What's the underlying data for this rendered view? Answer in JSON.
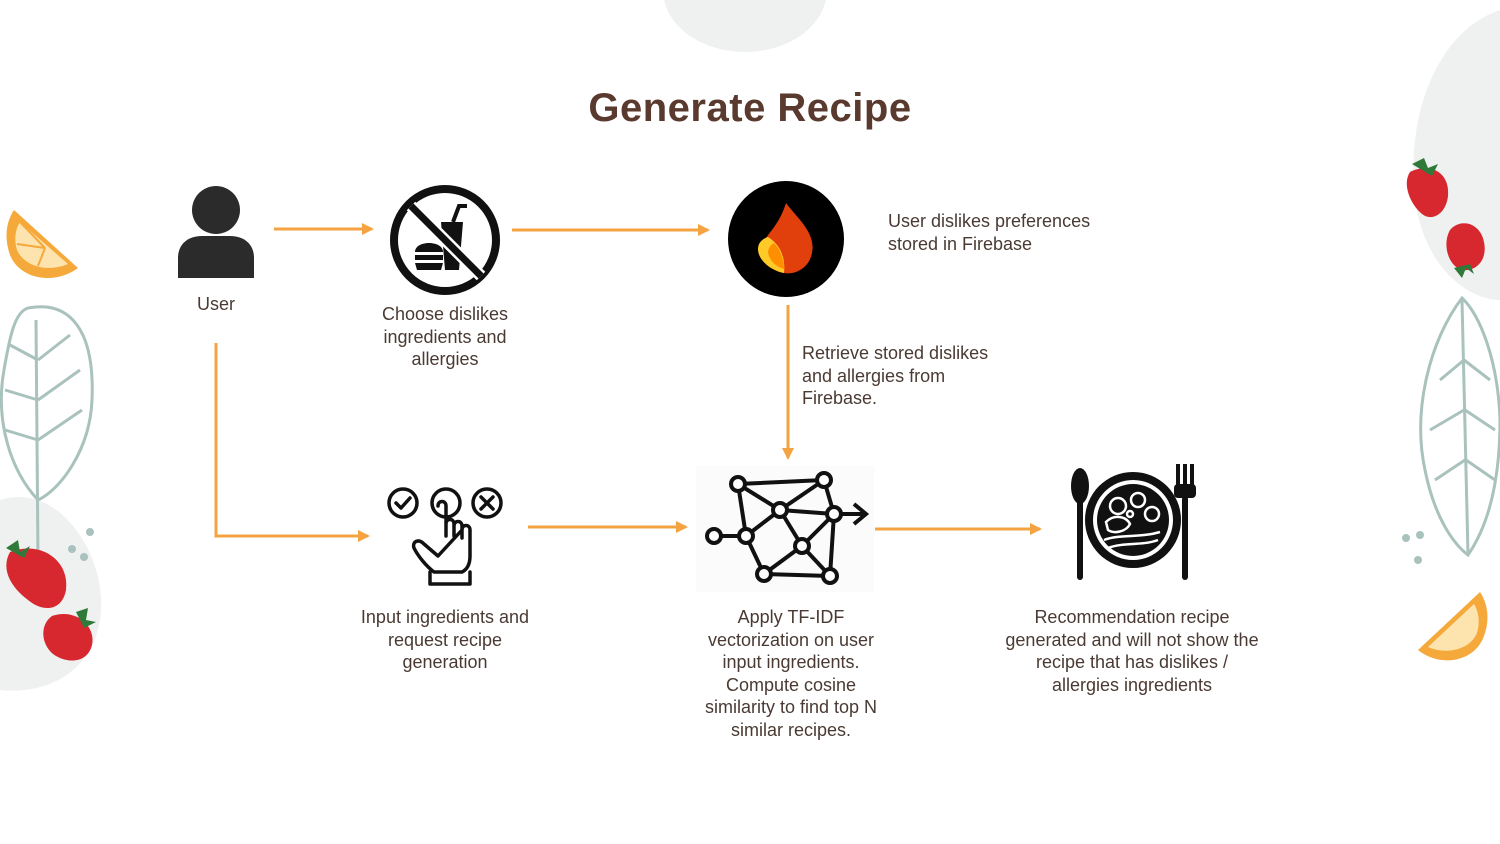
{
  "title": "Generate Recipe",
  "nodes": {
    "user": "User",
    "choose": "Choose dislikes\ningredients and\nallergies",
    "firebase_store": "User dislikes preferences\nstored in Firebase",
    "retrieve": "Retrieve stored dislikes\nand allergies from\nFirebase.",
    "input": "Input ingredients and\nrequest recipe\ngeneration",
    "tfidf": "Apply TF-IDF\nvectorization on user\ninput ingredients.\nCompute cosine\nsimilarity to find top N\nsimilar recipes.",
    "recommend": "Recommendation recipe\ngenerated and will not show the\nrecipe that has dislikes /\nallergies ingredients"
  },
  "colors": {
    "title": "#5a3a2e",
    "arrow": "#f4a340",
    "text": "#4a3a33",
    "icon": "#111111",
    "decor_blob": "#eef1ef",
    "strawberry": "#d8282f",
    "orange": "#f6a93b"
  },
  "icons": [
    "user-icon",
    "no-junk-food-icon",
    "firebase-icon",
    "hand-select-icon",
    "network-vector-icon",
    "plate-cutlery-icon"
  ]
}
